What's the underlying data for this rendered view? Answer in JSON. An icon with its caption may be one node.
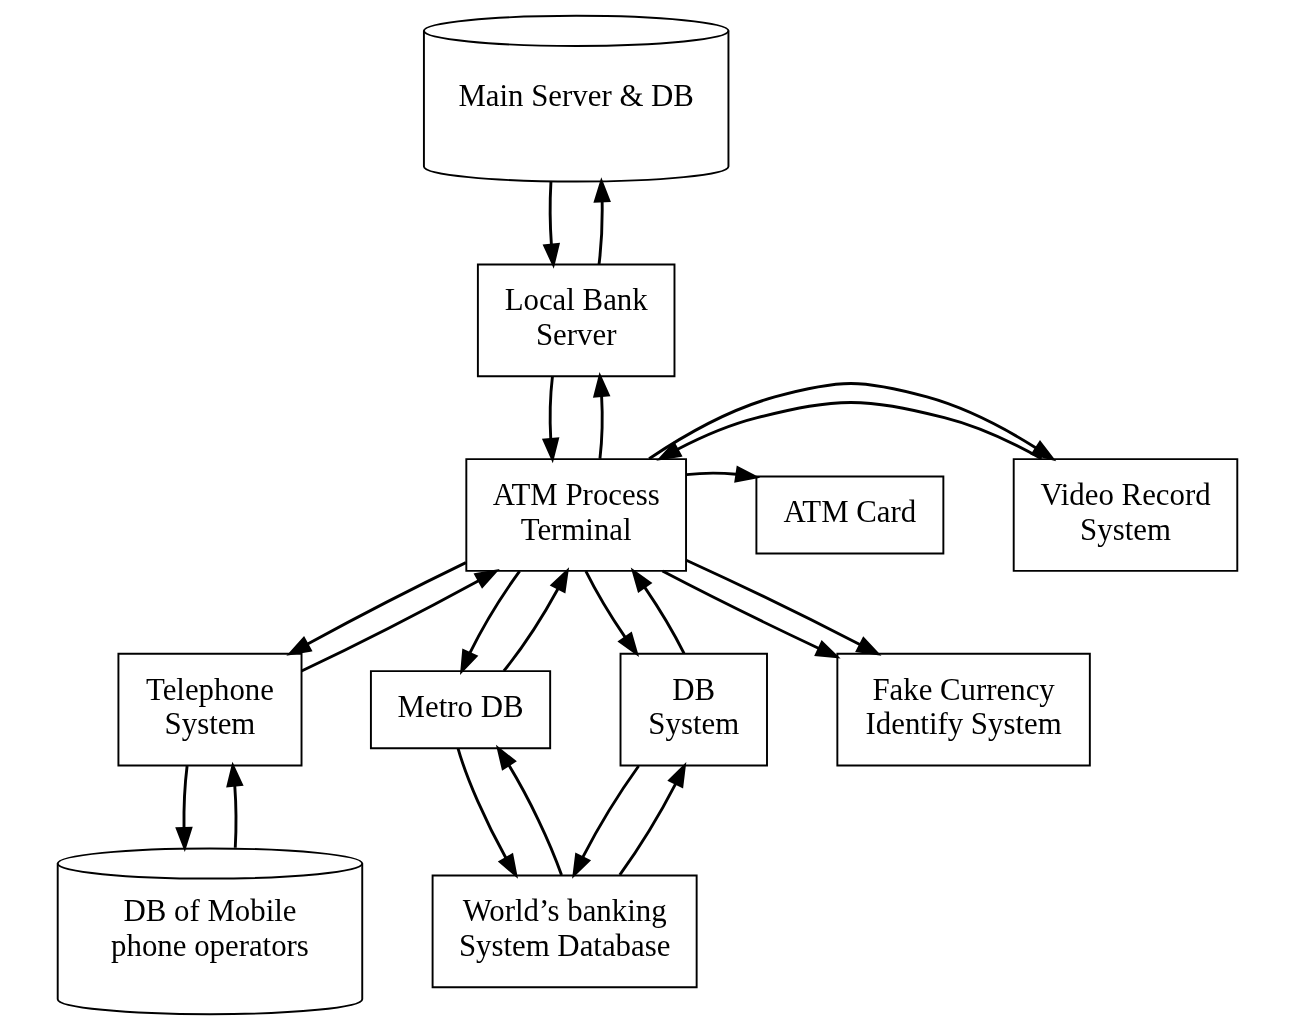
{
  "diagram": {
    "nodes": [
      {
        "text": [
          "Main Server & DB"
        ]
      },
      {
        "text": [
          "Local Bank Server"
        ]
      },
      {
        "text": [
          "Video Record System"
        ]
      },
      {
        "text": [
          "ATM Process Terminal"
        ]
      },
      {
        "text": [
          "ATM Card"
        ]
      },
      {
        "text": [
          "Telephone System"
        ]
      },
      {
        "text": [
          "Metro DB"
        ]
      },
      {
        "text": [
          "DB System"
        ]
      },
      {
        "text": [
          "Fake Currency Identify System"
        ]
      },
      {
        "text": [
          "DB of Mobile phone operators"
        ]
      },
      {
        "text": [
          "World’s banking System Database"
        ]
      }
    ],
    "edges": [
      {
        "from": 1,
        "to": 0,
        "arrow": "to"
      },
      {
        "from": 0,
        "to": 1,
        "arrow": "to"
      },
      {
        "from": 3,
        "to": 1,
        "arrow": "to"
      },
      {
        "from": 1,
        "to": 3,
        "arrow": "to"
      },
      {
        "from": 2,
        "to": 3,
        "arrow": "to"
      },
      {
        "from": 3,
        "to": 2,
        "arrow": "to"
      },
      {
        "from": 5,
        "to": 3,
        "arrow": "to"
      },
      {
        "from": 3,
        "to": 5,
        "arrow": "to"
      },
      {
        "from": 3,
        "to": 4,
        "arrow": "to"
      },
      {
        "from": 3,
        "to": 8,
        "arrow": "to"
      },
      {
        "from": 3,
        "to": 8,
        "arrow": "to"
      },
      {
        "from": 6,
        "to": 3,
        "arrow": "to"
      },
      {
        "from": 3,
        "to": 6,
        "arrow": "to"
      },
      {
        "from": 7,
        "to": 3,
        "arrow": "to"
      },
      {
        "from": 3,
        "to": 7,
        "arrow": "to"
      },
      {
        "from": 9,
        "to": 5,
        "arrow": "to"
      },
      {
        "from": 5,
        "to": 9,
        "arrow": "to"
      },
      {
        "from": 6,
        "to": 10,
        "arrow": "to"
      },
      {
        "from": 10,
        "to": 6,
        "arrow": "to"
      },
      {
        "from": 10,
        "to": 7,
        "arrow": "to"
      },
      {
        "from": 7,
        "to": 10,
        "arrow": "to"
      }
    ]
  }
}
